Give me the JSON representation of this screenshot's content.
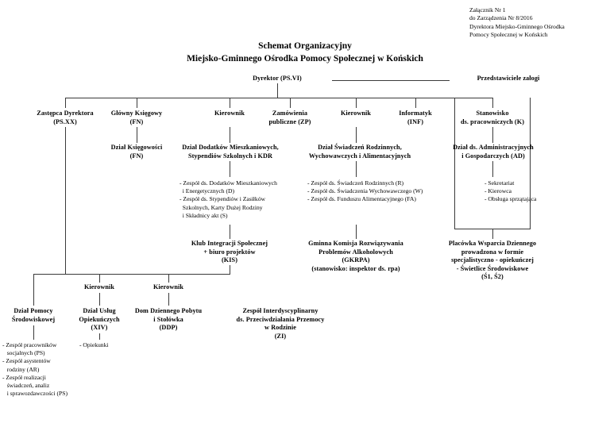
{
  "document": {
    "header_lines": "Załącznik Nr 1\ndo Zarządzenia Nr 8/2016\nDyrektora Miejsko-Gminnego Ośrodka\nPomocy Społecznej w Końskich",
    "title_line1": "Schemat Organizacyjny",
    "title_line2": "Miejsko-Gminnego Ośrodka Pomocy Społecznej w Końskich"
  },
  "nodes": {
    "dyrektor": "Dyrektor (PS.VI)",
    "przedstawiciele": "Przedstawiciele załogi",
    "zastepca": "Zastępca Dyrektora\n(PS.XX)",
    "glowny_ksiegowy": "Główny Księgowy\n(FN)",
    "kierownik_dodatki": "Kierownik",
    "zamowienia": "Zamówienia\npubliczne (ZP)",
    "kierownik_swiadczenia": "Kierownik",
    "informatyk": "Informatyk\n(INF)",
    "stanowisko_pracownicze": "Stanowisko\nds. pracowniczych (K)",
    "dzial_ksiegowosci": "Dział Księgowości\n(FN)",
    "dzial_dodatkow": "Dział Dodatków Mieszkaniowych,\nStypendiów Szkolnych i KDR",
    "dzial_swiadczen": "Dział Świadczeń Rodzinnych,\nWychowawczych i Alimentacyjnych",
    "dzial_administracyjnych": "Dział ds. Administracyjnych\ni Gospodarczych (AD)",
    "kis": "Klub Integracji Społecznej\n+ biuro projektów\n(KIS)",
    "gkrpa": "Gminna Komisja Rozwiązywania\nProblemów Alkoholowych\n(GKRPA)\n(stanowisko: inspektor ds. rpa)",
    "placowka": "Placówka Wsparcia Dziennego\nprowadzona w formie\nspecjalistyczno - opiekuńczej\n- Świetlice Środowiskowe\n(Ś1, Ś2)",
    "kierownik_uslugi": "Kierownik",
    "kierownik_ddp": "Kierownik",
    "dzial_pomocy": "Dział Pomocy\nŚrodowiskowej",
    "dzial_uslug": "Dział Usług\nOpiekuńczych\n(XIV)",
    "ddp": "Dom Dziennego Pobytu\ni Stołówka\n(DDP)",
    "zi": "Zespół Interdyscyplinarny\nds. Przeciwdziałania Przemocy\nw Rodzinie\n(ZI)"
  },
  "lists": {
    "dodatki_items": "- Zespół ds. Dodatków Mieszkaniowych\n  i Energetycznych (D)\n- Zespół ds. Stypendiów i Zasiłków\n  Szkolnych, Karty Dużej Rodziny\n  i Składnicy akt (S)",
    "swiadczenia_items": "- Zespół ds. Świadczeń Rodzinnych (R)\n- Zespół ds. Świadczenia Wychowawczego (W)\n- Zespół ds. Funduszu Alimentacyjnego (FA)",
    "administracja_items": "- Sekretariat\n- Kierowca\n- Obsługa sprzątająca",
    "pomoc_items": "- Zespół pracowników\n   socjalnych (PS)\n- Zespół asystentów\n   rodziny (AR)\n- Zespół realizacji\n   świadczeń, analiz\n   i sprawozdawczości (PS)",
    "uslugi_items": "- Opiekunki"
  },
  "colors": {
    "line": "#3a3a3a",
    "text": "#000000",
    "background": "#ffffff"
  }
}
